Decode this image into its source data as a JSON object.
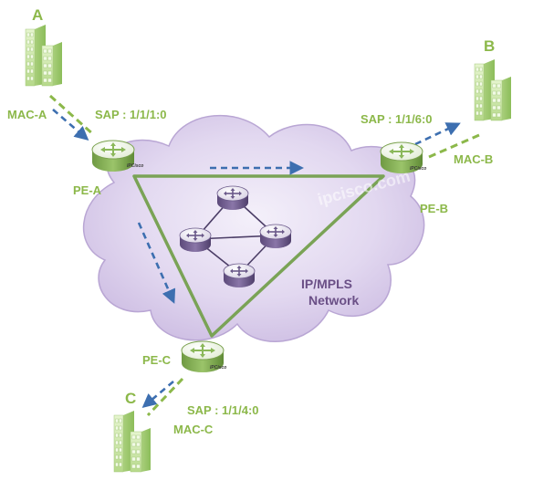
{
  "sites": {
    "a": {
      "letter": "A",
      "mac": "MAC-A",
      "pe": "PE-A",
      "sap": "SAP : 1/1/1:0"
    },
    "b": {
      "letter": "B",
      "mac": "MAC-B",
      "pe": "PE-B",
      "sap": "SAP : 1/1/6:0"
    },
    "c": {
      "letter": "C",
      "mac": "MAC-C",
      "pe": "PE-C",
      "sap": "SAP : 1/1/4:0"
    }
  },
  "network": {
    "line1": "IP/MPLS",
    "line2": "Network"
  },
  "watermark": "ipcisco.com",
  "router_brand": "IPCisco",
  "colors": {
    "site_label": "#8cb84a",
    "triangle": "#7aa356",
    "arrow": "#3d6fb0",
    "cloud": "#d9cdea",
    "network_label": "#6a4f86",
    "building": "#c8e6a0"
  }
}
